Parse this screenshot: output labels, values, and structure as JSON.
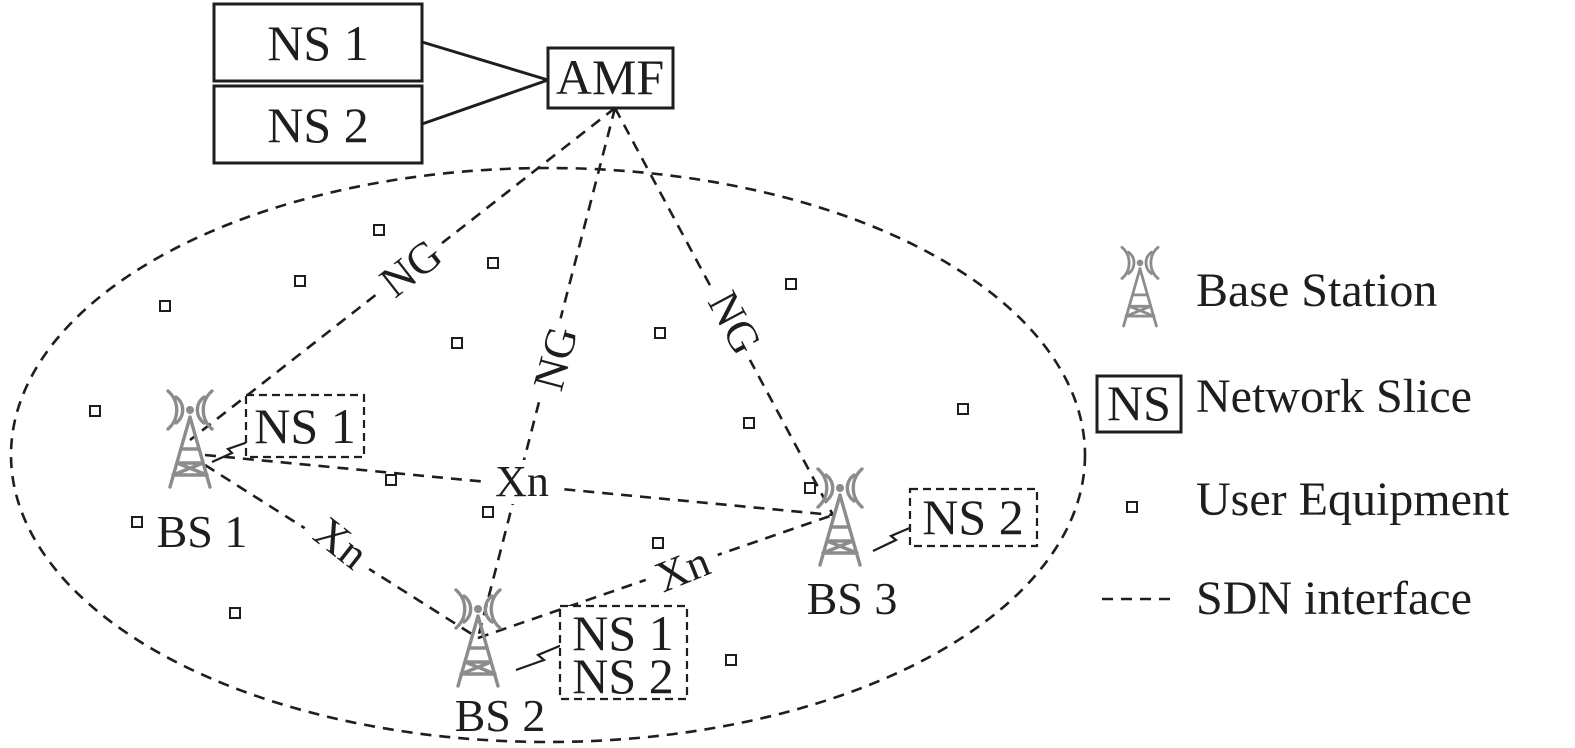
{
  "core": {
    "slice_1_label": "NS 1",
    "slice_2_label": "NS 2",
    "amf_label": "AMF"
  },
  "links": {
    "ng_1": "NG",
    "ng_2": "NG",
    "ng_3": "NG",
    "xn_1_3": "Xn",
    "xn_1_2": "Xn",
    "xn_2_3": "Xn"
  },
  "stations": {
    "bs1": {
      "label": "BS 1",
      "slices": [
        "NS 1"
      ]
    },
    "bs2": {
      "label": "BS 2",
      "slices": [
        "NS 1",
        "NS 2"
      ]
    },
    "bs3": {
      "label": "BS 3",
      "slices": [
        "NS 2"
      ]
    }
  },
  "legend": {
    "base_station": "Base Station",
    "ns_symbol": "NS",
    "network_slice": "Network Slice",
    "user_equipment": "User Equipment",
    "sdn_interface": "SDN interface"
  },
  "colors": {
    "line": "#1e1e1e",
    "tower": "#8c8c8c",
    "background": "#ffffff"
  },
  "icons": {
    "base_station": "antenna-tower-icon",
    "user_equipment": "small-square-icon",
    "wireless_link": "lightning-bolt-icon"
  }
}
